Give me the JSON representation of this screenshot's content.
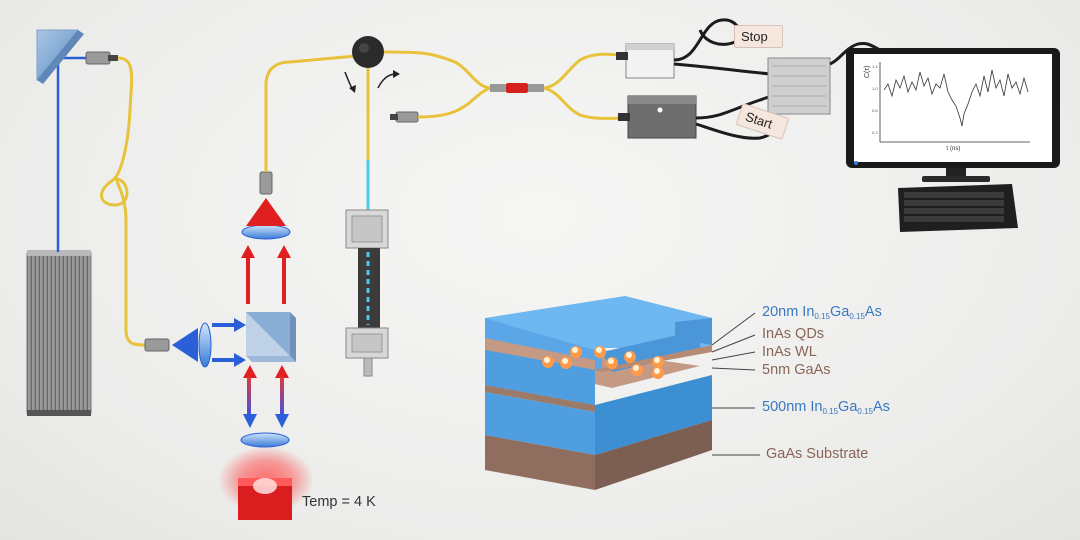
{
  "labels": {
    "stop": "Stop",
    "start": "Start",
    "temperature": "Temp = 4 K",
    "monitor_y_axis": "C(τ)",
    "monitor_x_axis": "τ (ns)"
  },
  "layers": {
    "top_layer": {
      "prefix": "20nm In",
      "sub1": "0.15",
      "mid": "Ga",
      "sub2": "0.15",
      "suffix": "As"
    },
    "qds": "InAs QDs",
    "wl": "InAs WL",
    "gaas": "5nm GaAs",
    "bottom_layer": {
      "prefix": "500nm In",
      "sub1": "0.15",
      "mid": "Ga",
      "sub2": "0.15",
      "suffix": "As"
    },
    "substrate": "GaAs Substrate"
  },
  "colors": {
    "fiber": "#e8c23a",
    "laser_blue": "#2a5fd8",
    "emission_red": "#e02020",
    "layer_blue": "#5aa6e6",
    "layer_brown": "#9b7a6a",
    "label_blue": "#3a78c0",
    "label_brown": "#8a6557"
  }
}
